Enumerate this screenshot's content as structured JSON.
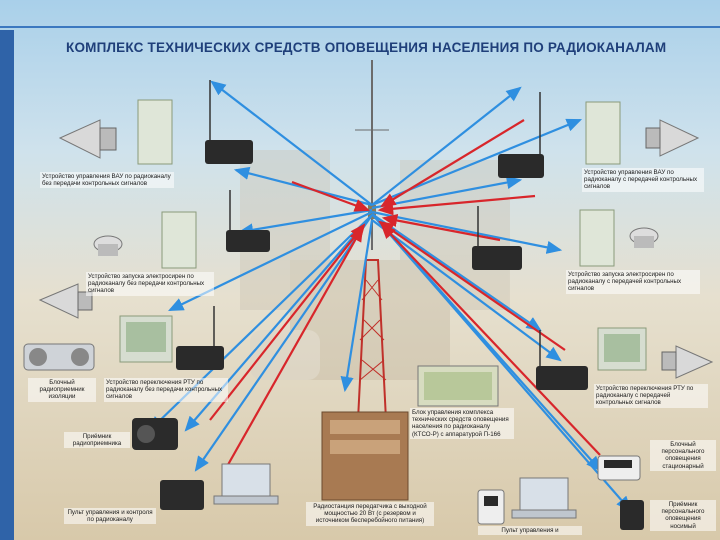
{
  "title": "КОМПЛЕКС ТЕХНИЧЕСКИХ СРЕДСТВ ОПОВЕЩЕНИЯ НАСЕЛЕНИЯ ПО РАДИОКАНАЛАМ",
  "labels": {
    "vau_left": "Устройство управления ВАУ по радиоканалу без передачи контрольных сигналов",
    "siren_left": "Устройство запуска электросирен по радиоканалу без передачи контрольных сигналов",
    "rtu_left": "Устройство переключения РТУ по радиоканалу без передачи контрольных сигналов",
    "stereo_left": "Блочный радиоприемник изоляции",
    "radio_left": "Приёмник радиоприемника",
    "console_left": "Пульт управления и контроля по радиоканалу",
    "vau_right": "Устройство управления ВАУ по радиоканалу с передачей контрольных сигналов",
    "siren_right": "Устройство запуска электросирен по радиоканалу с передачей контрольных сигналов",
    "rtu_right": "Устройство переключения РТУ по радиоканалу с передачей контрольных сигналов",
    "pager_right": "Блочный персонального оповещения стационарный",
    "personal_right": "Приёмник персонального оповещения носимый",
    "block_center": "Блок управления комплекса технических средств оповещения населения по радиоканалу (КТСО-Р) с аппаратурой П-166",
    "transmitter_center": "Радиостанция передатчика с выходной мощностью 20 Вт (с резервом и источником бесперебойного питания)",
    "console_center": "Пульт управления и"
  },
  "colors": {
    "blue_arrow": "#2f8fe0",
    "red_arrow": "#d8262b",
    "title": "#1f3f7a"
  }
}
